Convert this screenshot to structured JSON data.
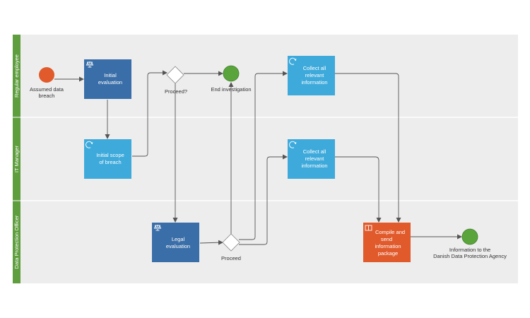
{
  "lanes": [
    {
      "label": "Regular employee"
    },
    {
      "label": "IT Manager"
    },
    {
      "label": "Data Protection Officer"
    }
  ],
  "events": {
    "start": {
      "line1": "Assumed data",
      "line2": "breach"
    },
    "end_investigation": {
      "line1": "End investigation"
    },
    "end_info": {
      "line1": "Information to the",
      "line2": "Danish Data Protection Agency"
    }
  },
  "gateways": {
    "proceed_q": {
      "label": "Proceed?"
    },
    "proceed": {
      "label": "Proceed"
    }
  },
  "tasks": {
    "initial_evaluation": {
      "line1": "Initial",
      "line2": "evaluation",
      "icon": "scales-icon"
    },
    "initial_scope": {
      "line1": "Initial scope",
      "line2": "of breach",
      "icon": "loop-icon"
    },
    "legal_evaluation": {
      "line1": "Legal",
      "line2": "evaluation",
      "icon": "scales-icon"
    },
    "collect_top": {
      "line1": "Collect all",
      "line2": "relevant",
      "line3": "information",
      "icon": "loop-icon"
    },
    "collect_mid": {
      "line1": "Collect all",
      "line2": "relevant",
      "line3": "information",
      "icon": "loop-icon"
    },
    "compile": {
      "line1": "Compile and",
      "line2": "send",
      "line3": "information",
      "line4": "package",
      "icon": "book-icon"
    }
  },
  "colors": {
    "lane_bar": "#5e9e3e",
    "start_event": "#e05a2b",
    "end_event": "#5aa43c",
    "task_dark_blue": "#3a6ea8",
    "task_light_blue": "#3eaadb",
    "task_orange": "#e05a2b"
  }
}
